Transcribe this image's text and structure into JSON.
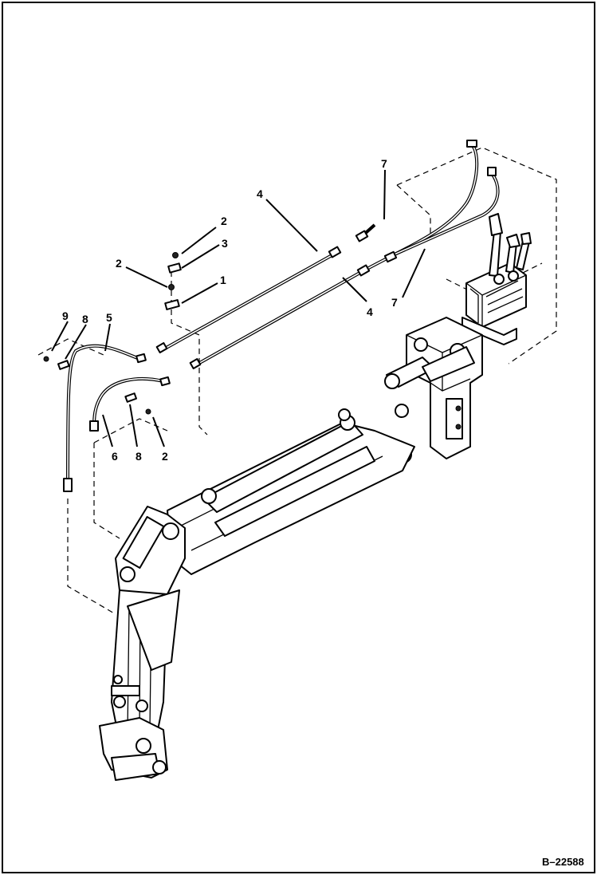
{
  "figure_id": "B–22588",
  "callouts": [
    {
      "key": "c2a",
      "text": "2"
    },
    {
      "key": "c3",
      "text": "3"
    },
    {
      "key": "c1",
      "text": "1"
    },
    {
      "key": "c2b",
      "text": "2"
    },
    {
      "key": "c4a",
      "text": "4"
    },
    {
      "key": "c4b",
      "text": "4"
    },
    {
      "key": "c7a",
      "text": "7"
    },
    {
      "key": "c7b",
      "text": "7"
    },
    {
      "key": "c9",
      "text": "9"
    },
    {
      "key": "c8a",
      "text": "8"
    },
    {
      "key": "c5",
      "text": "5"
    },
    {
      "key": "c6",
      "text": "6"
    },
    {
      "key": "c8b",
      "text": "8"
    },
    {
      "key": "c2c",
      "text": "2"
    }
  ]
}
